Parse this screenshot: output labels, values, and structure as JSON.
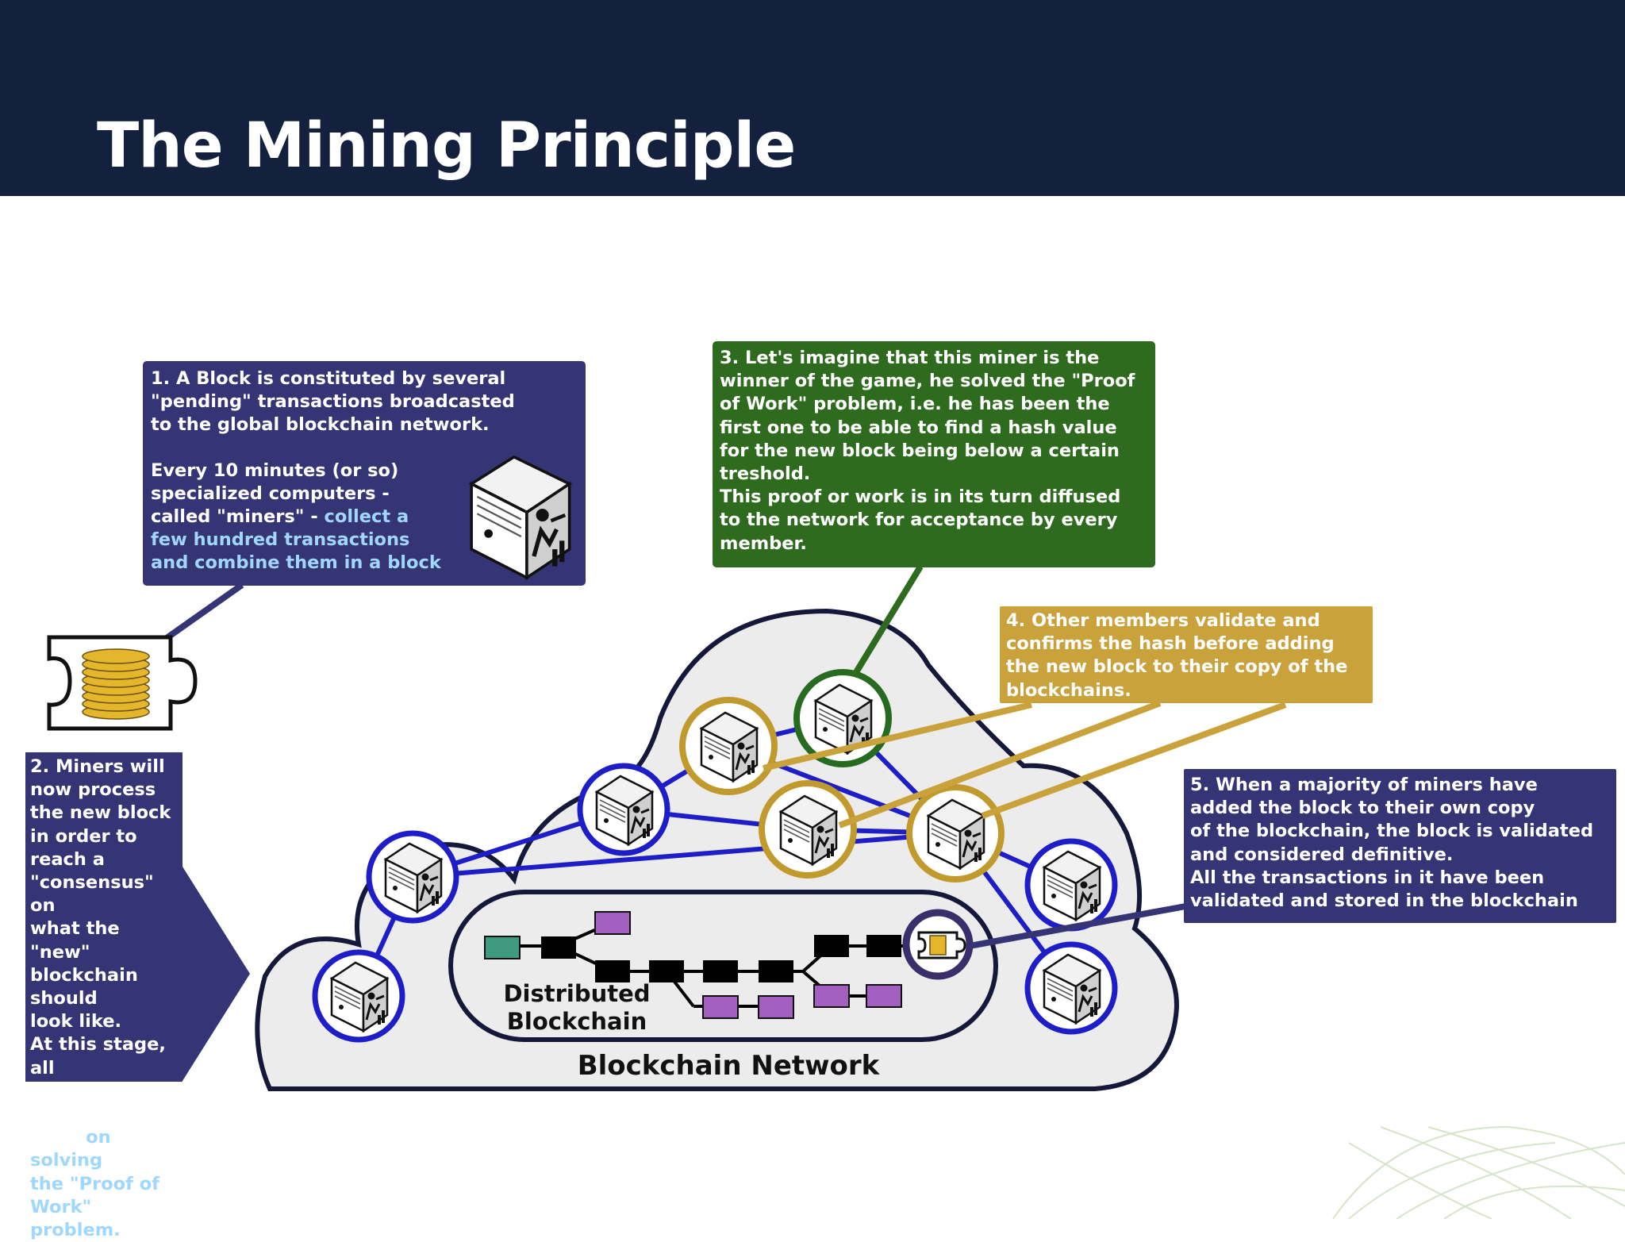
{
  "header": {
    "title": "The Mining Principle"
  },
  "callouts": {
    "step1_intro": "1. A Block is constituted by several\n\"pending\" transactions broadcasted\nto the global blockchain network.",
    "step1_detail": "Every 10 minutes (or so)\nspecialized computers -\ncalled \"miners\"",
    "step1_highlight": "collect a\nfew  hundred transactions\nand  combine them in a block",
    "step2_text": "2. Miners will\nnow process\nthe new block\nin order to\nreach a\n\"consensus\" on\nwhat the \"new\"\nblockchain should\nlook like.\nAt this stage, all\nminers start to\nwork",
    "step2_highlight": "on solving\nthe \"Proof of\nWork\" problem.",
    "step3": "3. Let's imagine that this miner is the\nwinner of the game, he solved the \"Proof\nof Work\" problem, i.e. he has been the\nfirst one to be able to find a hash value\nfor the new block being below a certain\ntreshold.\nThis proof or work is in its turn diffused\nto the network for acceptance by every\nmember.",
    "step4": "4. Other members validate and\nconfirms the hash before adding\nthe new block to their copy of the\nblockchains.",
    "step5": "5. When a majority of miners have\nadded the block to  their own copy\nof the blockchain, the block is validated\nand considered definitive.\nAll the transactions in it have been\nvalidated and stored in the blockchain"
  },
  "diagram": {
    "network_label": "Blockchain Network",
    "blockchain_label_line1": "Distributed",
    "blockchain_label_line2": "Blockchain"
  },
  "colors": {
    "header": "#13213f",
    "callout_blue": "#353575",
    "callout_green": "#2f6b1e",
    "callout_gold": "#c9a23b",
    "miner_ring_blue": "#1e1ec8",
    "miner_ring_gold": "#c09a2c",
    "miner_ring_green": "#266b1f",
    "chain_block": "#000000",
    "genesis_block": "#3f9a80",
    "orphan_block": "#a35fc0",
    "coin": "#e3b62c"
  },
  "icons": [
    "server-miner-icon",
    "coin-stack-puzzle-icon",
    "block-puzzle-icon"
  ]
}
